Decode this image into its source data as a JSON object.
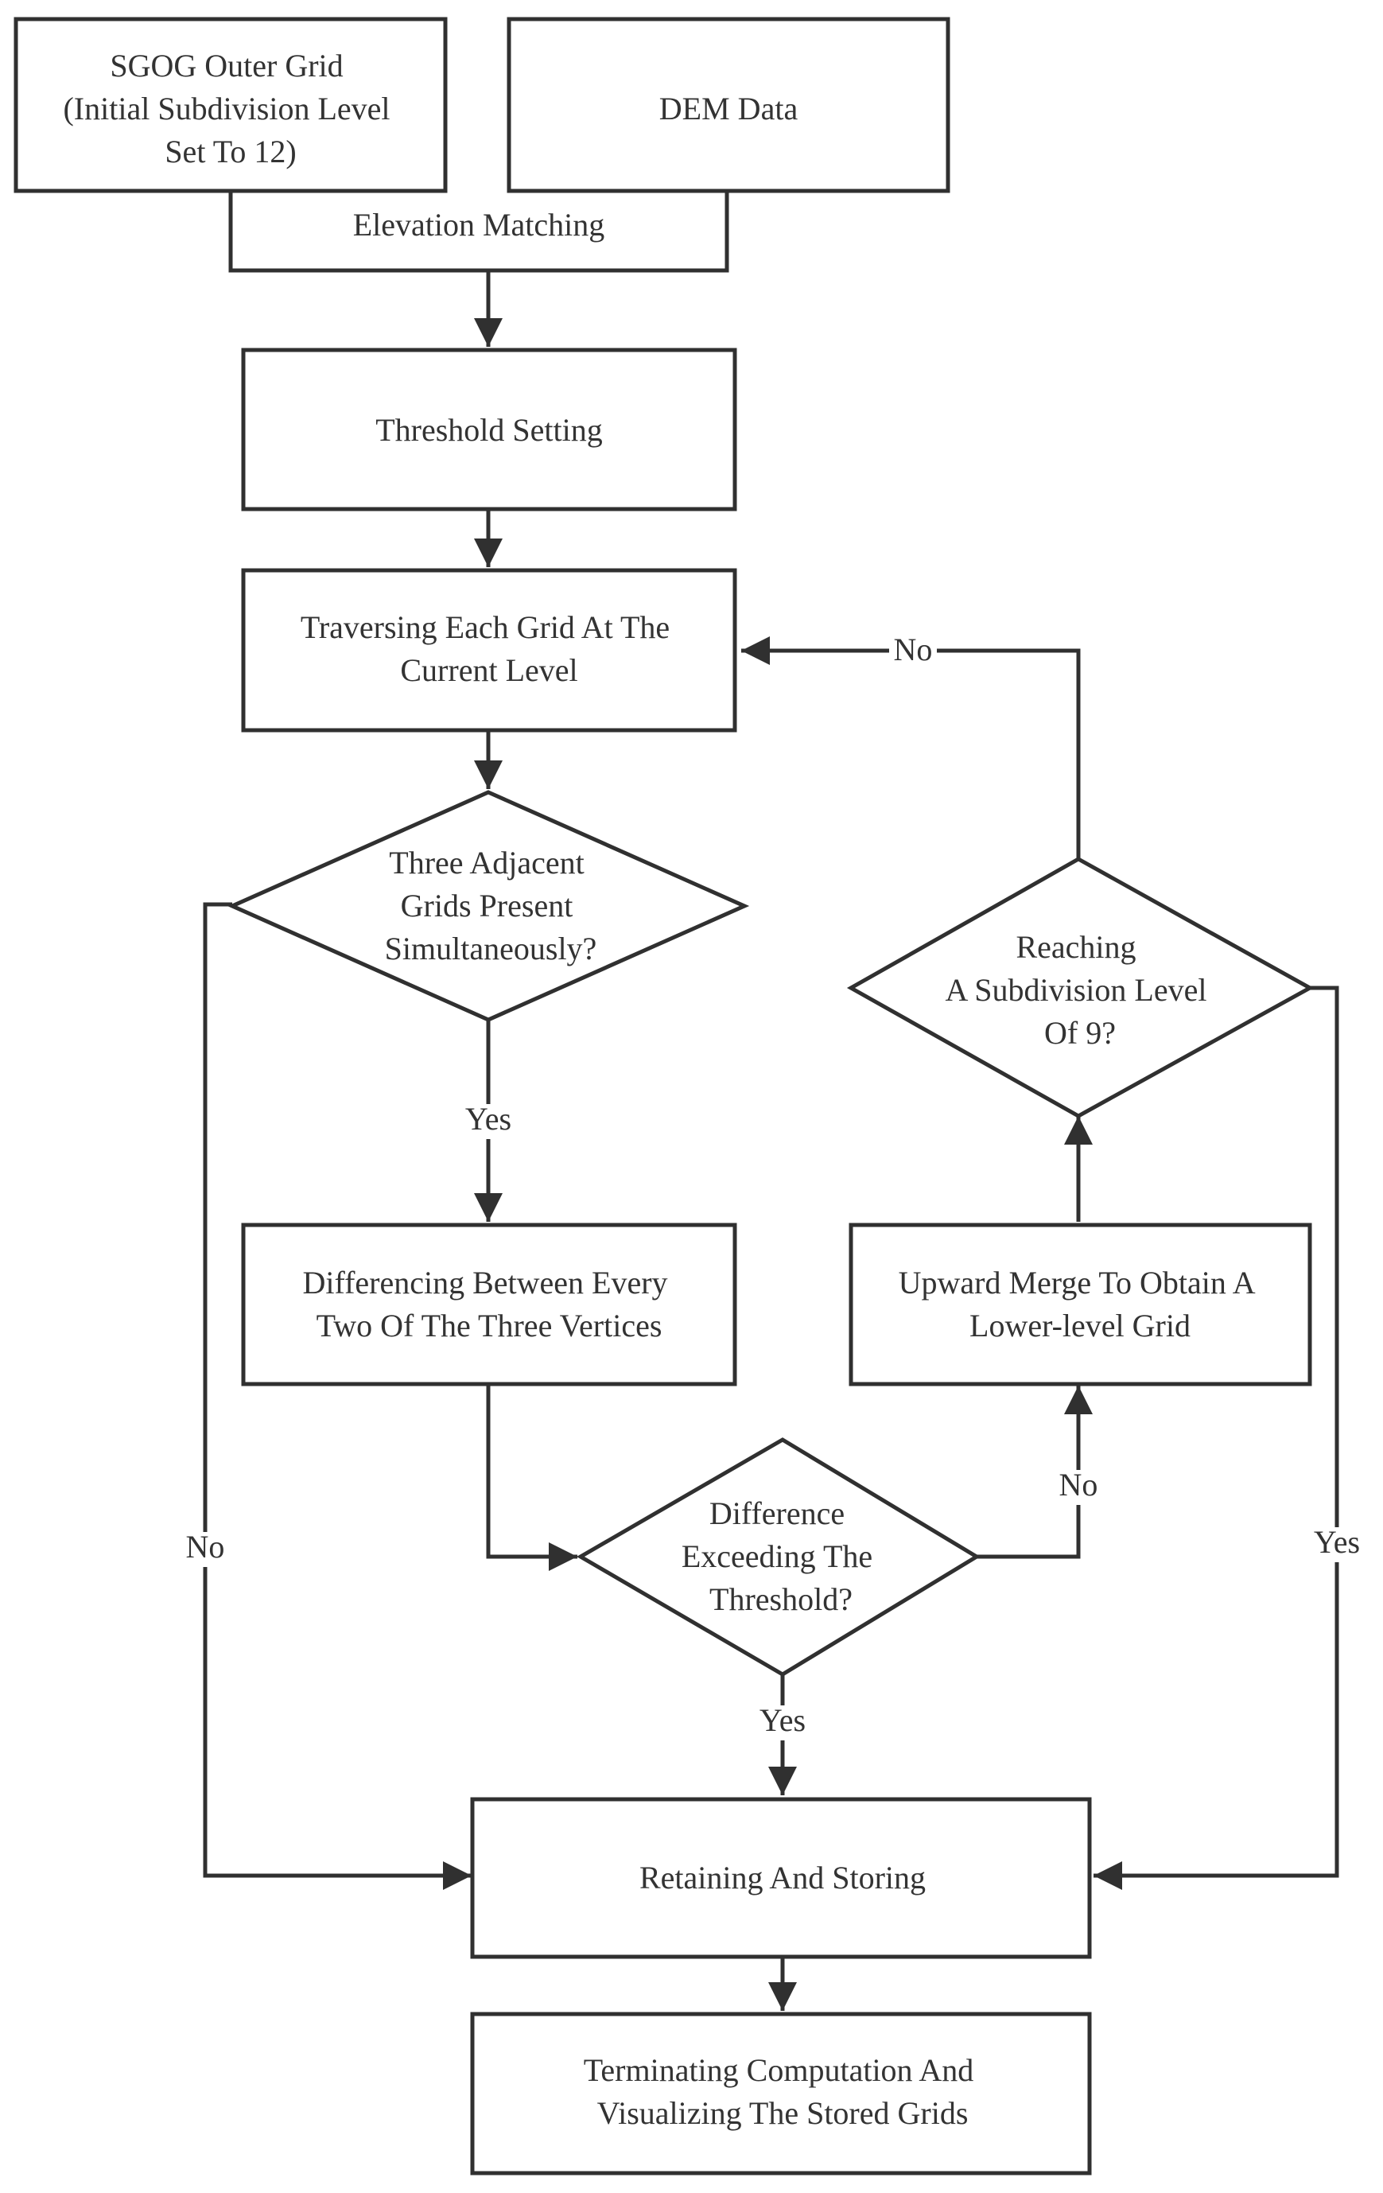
{
  "nodes": {
    "sgog": [
      "SGOG Outer Grid",
      "(Initial Subdivision Level",
      "Set To 12)"
    ],
    "dem": [
      "DEM Data"
    ],
    "elevation_matching": [
      "Elevation Matching"
    ],
    "threshold_setting": [
      "Threshold Setting"
    ],
    "traversing": [
      "Traversing Each Grid At The",
      "Current Level"
    ],
    "three_adjacent": [
      "Three Adjacent",
      "Grids Present",
      "Simultaneously?"
    ],
    "differencing": [
      "Differencing Between Every",
      "Two Of The Three Vertices"
    ],
    "difference_exceeding": [
      "Difference",
      "Exceeding The",
      "Threshold?"
    ],
    "upward_merge": [
      "Upward Merge To Obtain A",
      "Lower-level Grid"
    ],
    "reaching_level": [
      "Reaching",
      "A Subdivision Level",
      "Of 9?"
    ],
    "retaining": [
      "Retaining And Storing"
    ],
    "terminating": [
      "Terminating Computation And",
      "Visualizing The Stored Grids"
    ]
  },
  "edge_labels": {
    "reaching_no": "No",
    "three_adjacent_yes": "Yes",
    "three_adjacent_no": "No",
    "difference_no": "No",
    "difference_yes": "Yes",
    "reaching_yes": "Yes"
  },
  "colors": {
    "stroke": "#303030",
    "text": "#333333",
    "background": "#ffffff"
  }
}
